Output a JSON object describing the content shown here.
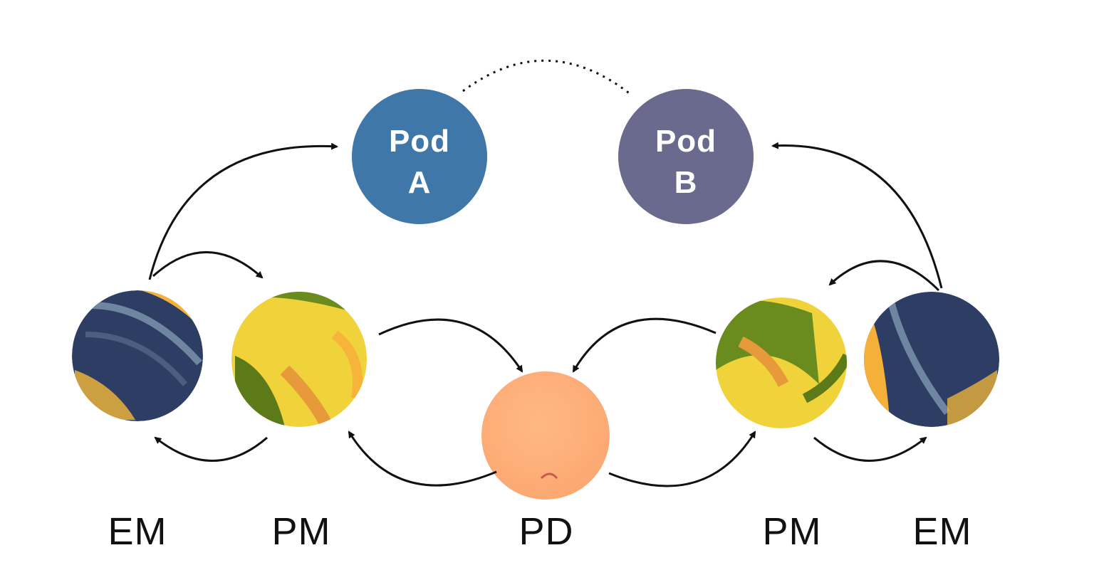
{
  "pods": [
    {
      "line1": "Pod",
      "line2": "A",
      "color": "#3f77a8"
    },
    {
      "line1": "Pod",
      "line2": "B",
      "color": "#6a6a8e"
    }
  ],
  "stages": [
    {
      "label": "EM"
    },
    {
      "label": "PM"
    },
    {
      "label": "PD"
    },
    {
      "label": "PM"
    },
    {
      "label": "EM"
    }
  ],
  "colors": {
    "arrow": "#111111",
    "em_base": "#2e3d63",
    "pm_base": "#f0d23a",
    "pm_green": "#6a8c1f",
    "pd_base": "#fdb27c"
  }
}
